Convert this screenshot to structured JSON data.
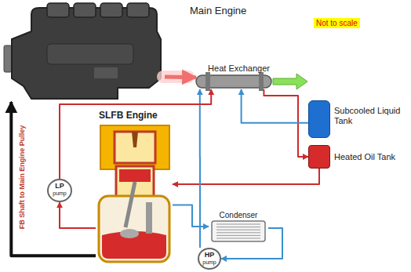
{
  "diagram": {
    "nodes": [
      {
        "text": [
          "Main Engine"
        ]
      },
      {
        "text": [
          "Heat Exchanger"
        ]
      },
      {
        "text": [
          "Subcooled Liquid Tank"
        ]
      },
      {
        "text": [
          "Heated Oil Tank"
        ]
      },
      {
        "text": [
          "SLFB Engine"
        ]
      },
      {
        "text": [
          "Condenser"
        ]
      },
      {
        "text": [
          "LP",
          "pump"
        ]
      },
      {
        "text": [
          "HP",
          "pump"
        ]
      }
    ],
    "edges": [
      {
        "from": 0,
        "to": 1,
        "arrow": "to"
      },
      {
        "from": 1,
        "to": 3,
        "arrow": "to"
      },
      {
        "from": 2,
        "to": 1,
        "arrow": "to"
      },
      {
        "from": 3,
        "to": 4,
        "arrow": "to"
      },
      {
        "from": 4,
        "to": 5,
        "arrow": "to"
      },
      {
        "from": 5,
        "to": 7,
        "arrow": "to"
      },
      {
        "from": 7,
        "to": 1,
        "arrow": "to"
      },
      {
        "from": 4,
        "to": 6,
        "arrow": "to"
      },
      {
        "from": 6,
        "to": 1,
        "arrow": "to"
      },
      {
        "from": 4,
        "to": 0,
        "label": "FB Shaft to Main Engine Pulley",
        "arrow": "to"
      }
    ],
    "labels": [
      "Not to scale"
    ]
  }
}
